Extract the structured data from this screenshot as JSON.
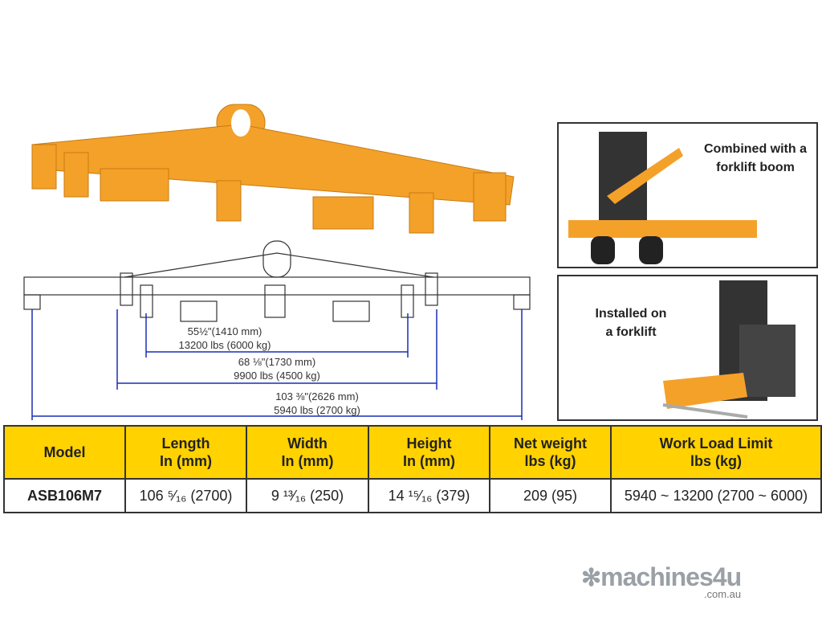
{
  "colors": {
    "beam": "#F4A12A",
    "header": "#FFD200",
    "dimension": "#1a2fb5"
  },
  "photos": [
    {
      "caption_line1": "Combined with a",
      "caption_line2": "forklift boom"
    },
    {
      "caption_line1": "Installed on",
      "caption_line2": "a forklift"
    }
  ],
  "dimensions": [
    {
      "length": "55½\"(1410 mm)",
      "capacity": "13200 lbs (6000 kg)"
    },
    {
      "length": "68 ⅛\"(1730 mm)",
      "capacity": "9900 lbs (4500 kg)"
    },
    {
      "length": "103 ⅜\"(2626 mm)",
      "capacity": "5940 lbs (2700 kg)"
    }
  ],
  "table": {
    "headers": [
      {
        "l1": "Model",
        "l2": ""
      },
      {
        "l1": "Length",
        "l2": "In (mm)"
      },
      {
        "l1": "Width",
        "l2": "In (mm)"
      },
      {
        "l1": "Height",
        "l2": "In (mm)"
      },
      {
        "l1": "Net weight",
        "l2": "lbs (kg)"
      },
      {
        "l1": "Work Load Limit",
        "l2": "lbs (kg)"
      }
    ],
    "row": [
      "ASB106M7",
      "106 ⁵⁄₁₆ (2700)",
      "9  ¹³⁄₁₆ (250)",
      "14 ¹⁵⁄₁₆ (379)",
      "209 (95)",
      "5940 ~ 13200 (2700 ~ 6000)"
    ]
  },
  "logo": {
    "brand": "machines4u",
    "domain": ".com.au"
  }
}
